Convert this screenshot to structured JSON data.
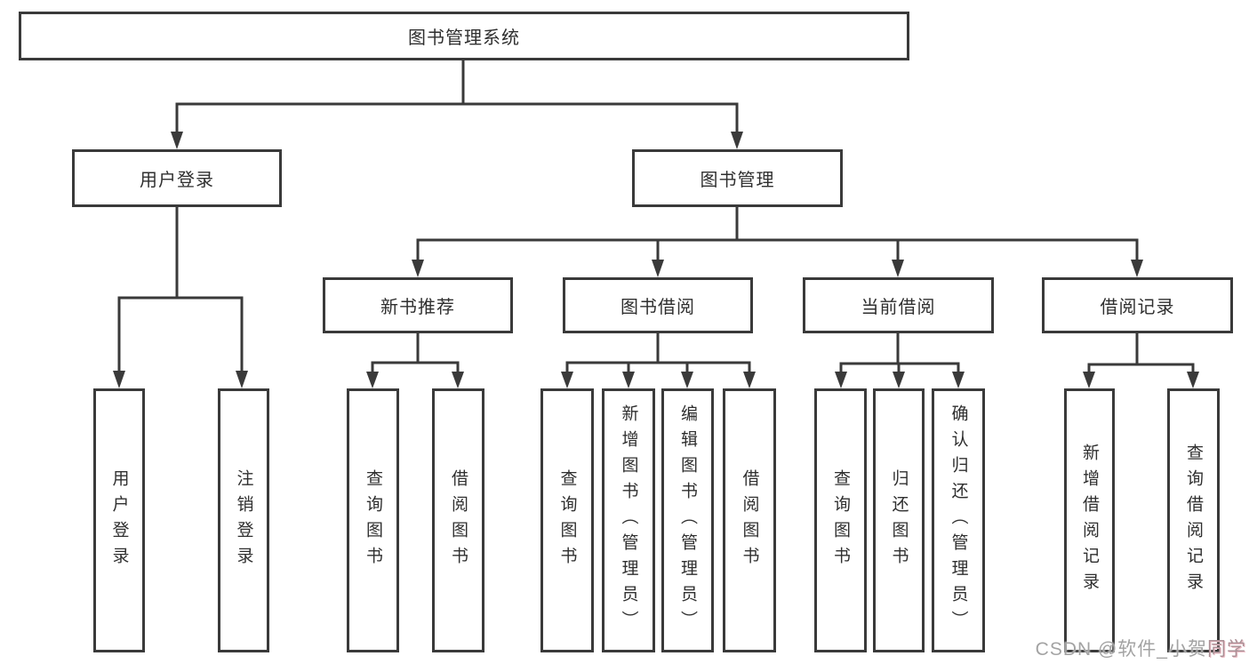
{
  "diagram": {
    "root": {
      "label": "图书管理系统"
    },
    "level2": [
      {
        "label": "用户登录"
      },
      {
        "label": "图书管理"
      }
    ],
    "level3": [
      {
        "label": "新书推荐"
      },
      {
        "label": "图书借阅"
      },
      {
        "label": "当前借阅"
      },
      {
        "label": "借阅记录"
      }
    ],
    "leaves": {
      "login": [
        "用户登录",
        "注销登录"
      ],
      "recommend": [
        "查询图书",
        "借阅图书"
      ],
      "borrow": [
        "查询图书",
        "新增图书（管理员）",
        "编辑图书（管理员）",
        "借阅图书"
      ],
      "current": [
        "查询图书",
        "归还图书",
        "确认归还（管理员）"
      ],
      "records": [
        "新增借阅记录",
        "查询借阅记录"
      ]
    }
  },
  "watermark": {
    "prefix": "CSDN @软件_小贺",
    "suffix": "同学"
  },
  "colors": {
    "line": "#3a3a3a",
    "text": "#2f2f2f",
    "background": "#ffffff",
    "watermark": "#a3a3a3"
  }
}
